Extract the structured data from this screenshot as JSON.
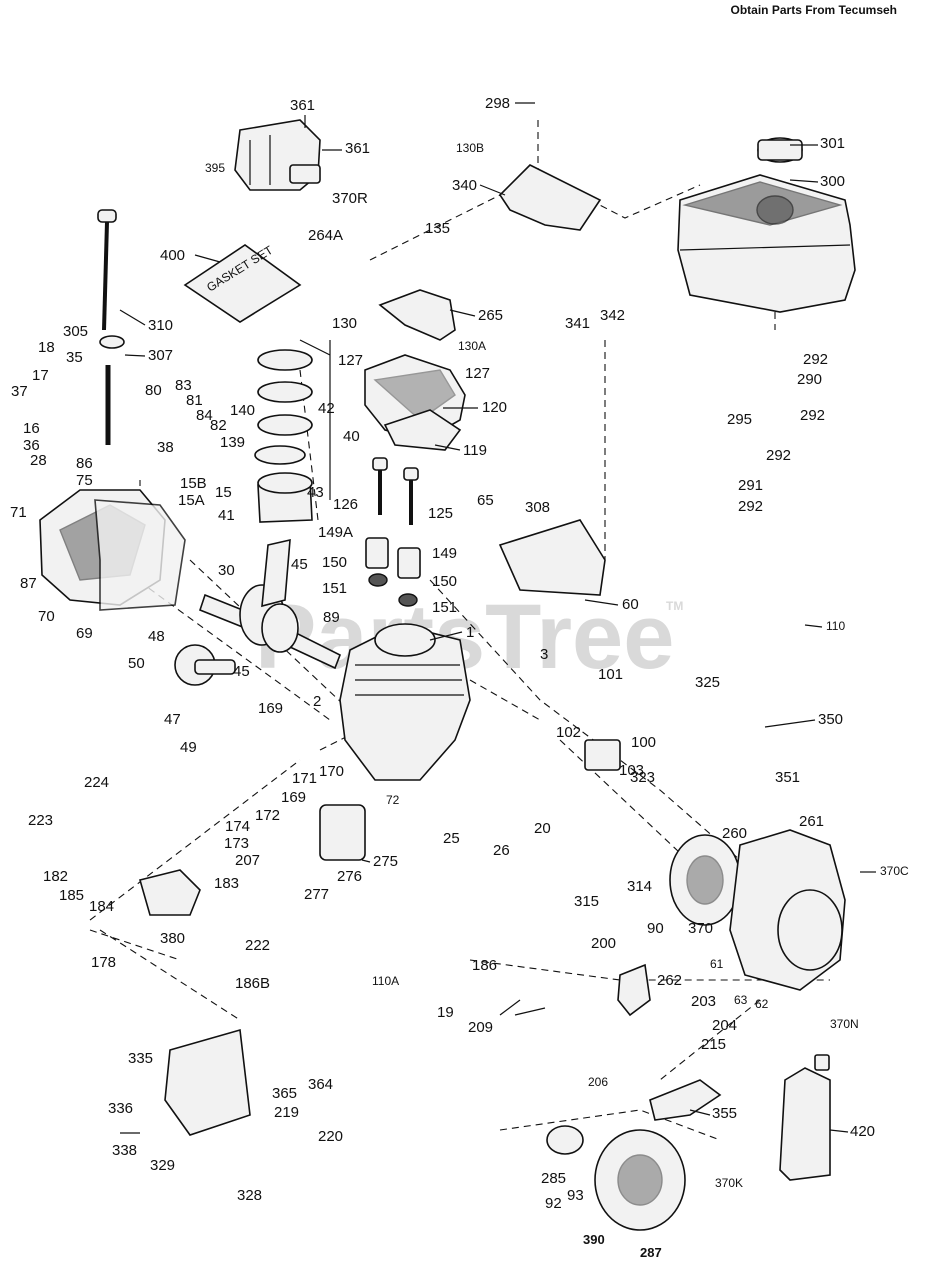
{
  "header": "Obtain Parts From Tecumseh",
  "watermark": "PartsTree",
  "watermark_tm": "TM",
  "gasket_set_text": "GASKET SET",
  "callouts": [
    "361",
    "361",
    "395",
    "298",
    "130B",
    "340",
    "301",
    "300",
    "370R",
    "264A",
    "135",
    "400",
    "265",
    "130",
    "130A",
    "310",
    "305",
    "307",
    "18",
    "35",
    "17",
    "37",
    "16",
    "36",
    "28",
    "86",
    "75",
    "71",
    "127",
    "127",
    "120",
    "119",
    "342",
    "341",
    "292",
    "290",
    "292",
    "295",
    "292",
    "291",
    "292",
    "80",
    "83",
    "81",
    "84",
    "82",
    "140",
    "139",
    "42",
    "40",
    "38",
    "15B",
    "15",
    "15A",
    "43",
    "41",
    "126",
    "125",
    "149A",
    "149",
    "150",
    "150",
    "151",
    "151",
    "65",
    "308",
    "60",
    "110",
    "30",
    "45",
    "87",
    "70",
    "69",
    "89",
    "48",
    "1",
    "3",
    "50",
    "45",
    "47",
    "49",
    "101",
    "325",
    "169",
    "2",
    "102",
    "100",
    "103",
    "350",
    "224",
    "171",
    "170",
    "169",
    "172",
    "72",
    "25",
    "20",
    "323",
    "351",
    "261",
    "223",
    "174",
    "173",
    "207",
    "275",
    "26",
    "260",
    "182",
    "185",
    "184",
    "183",
    "276",
    "277",
    "314",
    "315",
    "370C",
    "90",
    "370",
    "380",
    "222",
    "178",
    "186B",
    "110A",
    "200",
    "186",
    "61",
    "262",
    "19",
    "203",
    "63",
    "62",
    "209",
    "204",
    "215",
    "370N",
    "206",
    "335",
    "364",
    "365",
    "219",
    "336",
    "220",
    "338",
    "329",
    "328",
    "355",
    "420",
    "285",
    "92",
    "93",
    "370K",
    "390",
    "287"
  ]
}
